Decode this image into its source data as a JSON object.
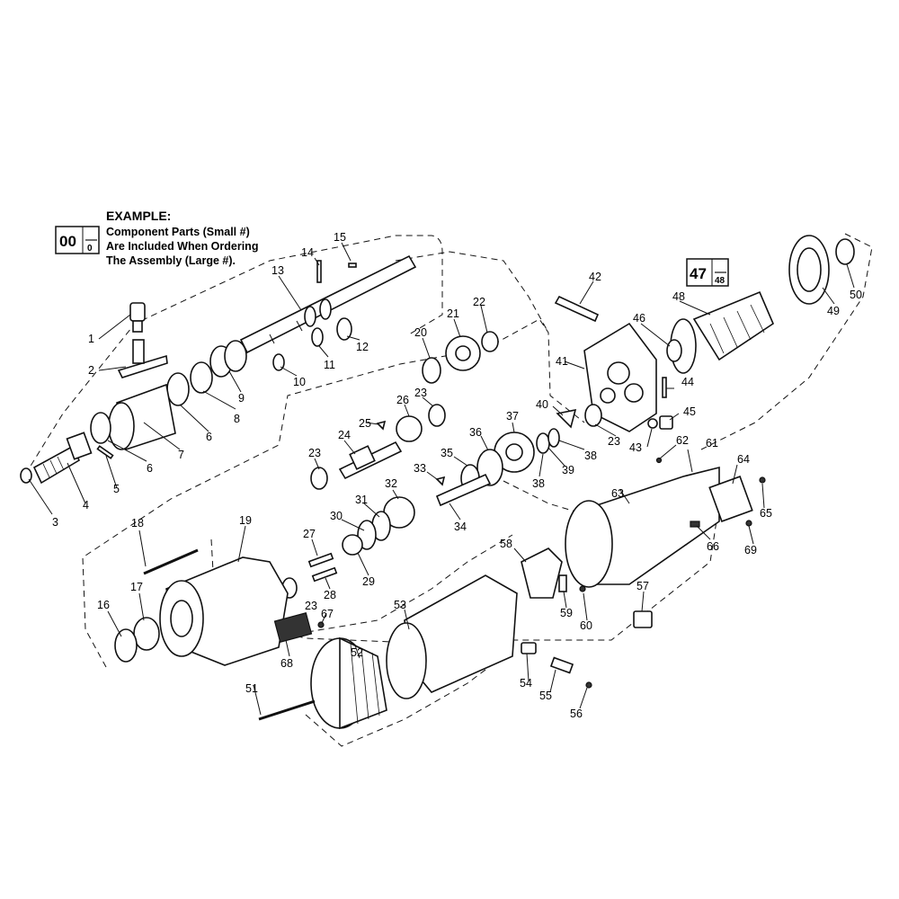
{
  "legend": {
    "title": "EXAMPLE:",
    "lines": [
      "Component Parts (Small #)",
      "Are Included When Ordering",
      "The Assembly (Large #)."
    ],
    "box_large": "00",
    "box_small": "0"
  },
  "assembly_box": {
    "large": "47",
    "small": "48"
  },
  "callouts": [
    {
      "id": "c1",
      "text": "1"
    },
    {
      "id": "c2",
      "text": "2"
    },
    {
      "id": "c3",
      "text": "3"
    },
    {
      "id": "c4",
      "text": "4"
    },
    {
      "id": "c5",
      "text": "5"
    },
    {
      "id": "c6a",
      "text": "6"
    },
    {
      "id": "c6b",
      "text": "6"
    },
    {
      "id": "c7",
      "text": "7"
    },
    {
      "id": "c8",
      "text": "8"
    },
    {
      "id": "c9",
      "text": "9"
    },
    {
      "id": "c10",
      "text": "10"
    },
    {
      "id": "c11",
      "text": "11"
    },
    {
      "id": "c12",
      "text": "12"
    },
    {
      "id": "c13",
      "text": "13"
    },
    {
      "id": "c14",
      "text": "14"
    },
    {
      "id": "c15",
      "text": "15"
    },
    {
      "id": "c16",
      "text": "16"
    },
    {
      "id": "c17",
      "text": "17"
    },
    {
      "id": "c18",
      "text": "18"
    },
    {
      "id": "c19",
      "text": "19"
    },
    {
      "id": "c20",
      "text": "20"
    },
    {
      "id": "c21",
      "text": "21"
    },
    {
      "id": "c22",
      "text": "22"
    },
    {
      "id": "c23a",
      "text": "23"
    },
    {
      "id": "c23b",
      "text": "23"
    },
    {
      "id": "c23c",
      "text": "23"
    },
    {
      "id": "c23d",
      "text": "23"
    },
    {
      "id": "c24",
      "text": "24"
    },
    {
      "id": "c25",
      "text": "25"
    },
    {
      "id": "c26",
      "text": "26"
    },
    {
      "id": "c27",
      "text": "27"
    },
    {
      "id": "c28",
      "text": "28"
    },
    {
      "id": "c29",
      "text": "29"
    },
    {
      "id": "c30",
      "text": "30"
    },
    {
      "id": "c31",
      "text": "31"
    },
    {
      "id": "c32",
      "text": "32"
    },
    {
      "id": "c33",
      "text": "33"
    },
    {
      "id": "c34",
      "text": "34"
    },
    {
      "id": "c35",
      "text": "35"
    },
    {
      "id": "c36",
      "text": "36"
    },
    {
      "id": "c37",
      "text": "37"
    },
    {
      "id": "c38a",
      "text": "38"
    },
    {
      "id": "c38b",
      "text": "38"
    },
    {
      "id": "c39",
      "text": "39"
    },
    {
      "id": "c40",
      "text": "40"
    },
    {
      "id": "c41",
      "text": "41"
    },
    {
      "id": "c42",
      "text": "42"
    },
    {
      "id": "c43",
      "text": "43"
    },
    {
      "id": "c44",
      "text": "44"
    },
    {
      "id": "c45",
      "text": "45"
    },
    {
      "id": "c46",
      "text": "46"
    },
    {
      "id": "c48",
      "text": "48"
    },
    {
      "id": "c49",
      "text": "49"
    },
    {
      "id": "c50",
      "text": "50"
    },
    {
      "id": "c51",
      "text": "51"
    },
    {
      "id": "c52",
      "text": "52"
    },
    {
      "id": "c53",
      "text": "53"
    },
    {
      "id": "c54",
      "text": "54"
    },
    {
      "id": "c55",
      "text": "55"
    },
    {
      "id": "c56",
      "text": "56"
    },
    {
      "id": "c57",
      "text": "57"
    },
    {
      "id": "c58",
      "text": "58"
    },
    {
      "id": "c59",
      "text": "59"
    },
    {
      "id": "c60",
      "text": "60"
    },
    {
      "id": "c61",
      "text": "61"
    },
    {
      "id": "c62",
      "text": "62"
    },
    {
      "id": "c63",
      "text": "63"
    },
    {
      "id": "c64",
      "text": "64"
    },
    {
      "id": "c65",
      "text": "65"
    },
    {
      "id": "c66",
      "text": "66"
    },
    {
      "id": "c67",
      "text": "67"
    },
    {
      "id": "c68",
      "text": "68"
    },
    {
      "id": "c69",
      "text": "69"
    }
  ]
}
